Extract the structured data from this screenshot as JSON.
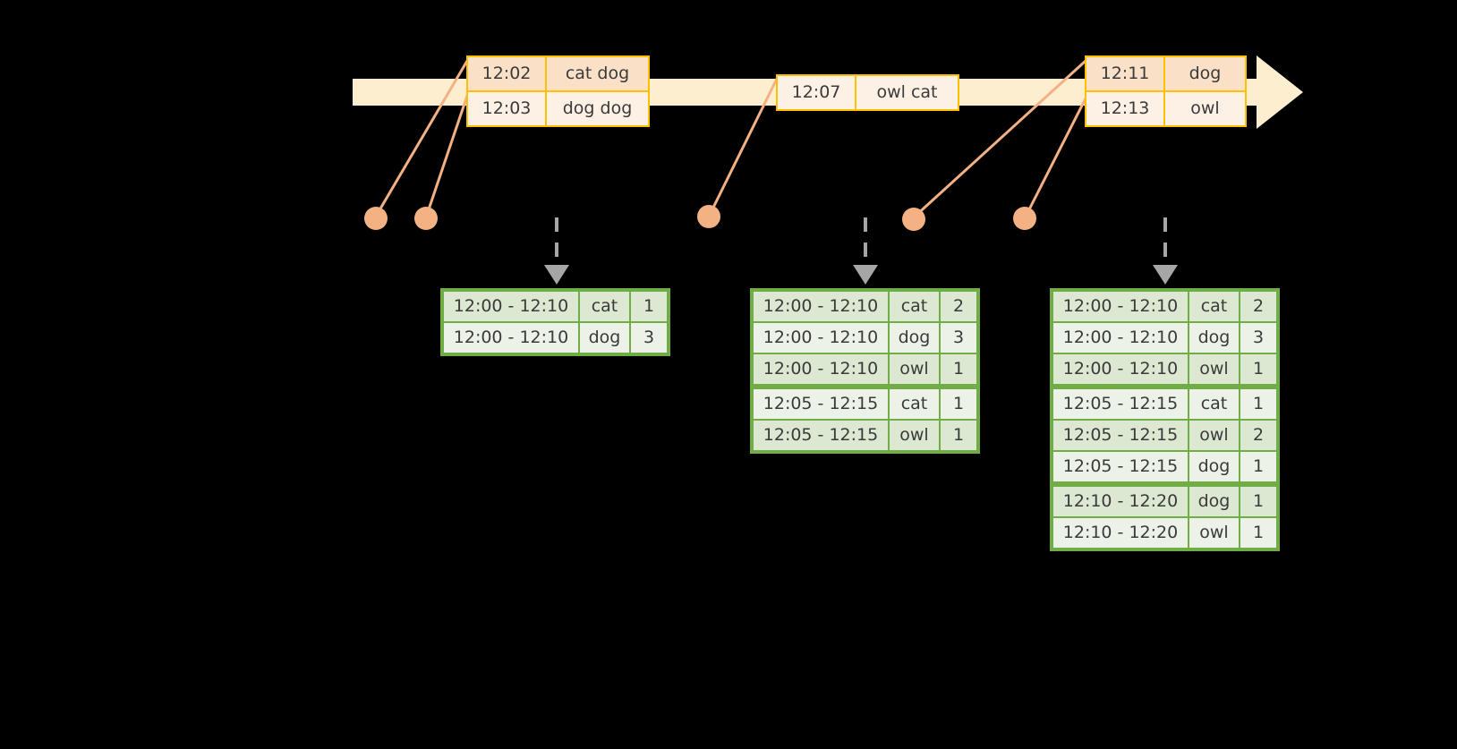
{
  "diagram": {
    "title": "sliding-window-word-count",
    "colors": {
      "background": "#000000",
      "timeline_fill": "#FDEECF",
      "timeline_border": "#FFC000",
      "event_border": "#FFC000",
      "event_shade_a": "#FBE0C8",
      "event_shade_b": "#FDF1E6",
      "connector": "#F4B183",
      "dot": "#F4B183",
      "table_border": "#70AD47",
      "table_shade_a": "#DDE8D2",
      "table_shade_b": "#EDF2E8",
      "dashed_arrow": "#A6A6A6",
      "text": "#3A3A3A"
    }
  },
  "timeline": {
    "arrow_direction": "right",
    "events": [
      {
        "id": "event-group-1",
        "rows": [
          {
            "time": "12:02",
            "words": "cat dog"
          },
          {
            "time": "12:03",
            "words": "dog dog"
          }
        ]
      },
      {
        "id": "event-group-2",
        "rows": [
          {
            "time": "12:07",
            "words": "owl cat"
          }
        ]
      },
      {
        "id": "event-group-3",
        "rows": [
          {
            "time": "12:11",
            "words": "dog"
          },
          {
            "time": "12:13",
            "words": "owl"
          }
        ]
      }
    ],
    "markers": [
      {
        "id": "marker-1",
        "label": "12:02"
      },
      {
        "id": "marker-2",
        "label": "12:03"
      },
      {
        "id": "marker-3",
        "label": "12:07"
      },
      {
        "id": "marker-4",
        "label": "12:11"
      },
      {
        "id": "marker-5",
        "label": "12:13"
      }
    ]
  },
  "results": [
    {
      "id": "result-table-1",
      "groups": [
        {
          "rows": [
            {
              "window": "12:00 - 12:10",
              "word": "cat",
              "count": "1"
            },
            {
              "window": "12:00 - 12:10",
              "word": "dog",
              "count": "3"
            }
          ]
        }
      ]
    },
    {
      "id": "result-table-2",
      "groups": [
        {
          "rows": [
            {
              "window": "12:00 - 12:10",
              "word": "cat",
              "count": "2"
            },
            {
              "window": "12:00 - 12:10",
              "word": "dog",
              "count": "3"
            },
            {
              "window": "12:00 - 12:10",
              "word": "owl",
              "count": "1"
            }
          ]
        },
        {
          "rows": [
            {
              "window": "12:05 - 12:15",
              "word": "cat",
              "count": "1"
            },
            {
              "window": "12:05 - 12:15",
              "word": "owl",
              "count": "1"
            }
          ]
        }
      ]
    },
    {
      "id": "result-table-3",
      "groups": [
        {
          "rows": [
            {
              "window": "12:00 - 12:10",
              "word": "cat",
              "count": "2"
            },
            {
              "window": "12:00 - 12:10",
              "word": "dog",
              "count": "3"
            },
            {
              "window": "12:00 - 12:10",
              "word": "owl",
              "count": "1"
            }
          ]
        },
        {
          "rows": [
            {
              "window": "12:05 - 12:15",
              "word": "cat",
              "count": "1"
            },
            {
              "window": "12:05 - 12:15",
              "word": "owl",
              "count": "2"
            },
            {
              "window": "12:05 - 12:15",
              "word": "dog",
              "count": "1"
            }
          ]
        },
        {
          "rows": [
            {
              "window": "12:10 - 12:20",
              "word": "dog",
              "count": "1"
            },
            {
              "window": "12:10 - 12:20",
              "word": "owl",
              "count": "1"
            }
          ]
        }
      ]
    }
  ]
}
